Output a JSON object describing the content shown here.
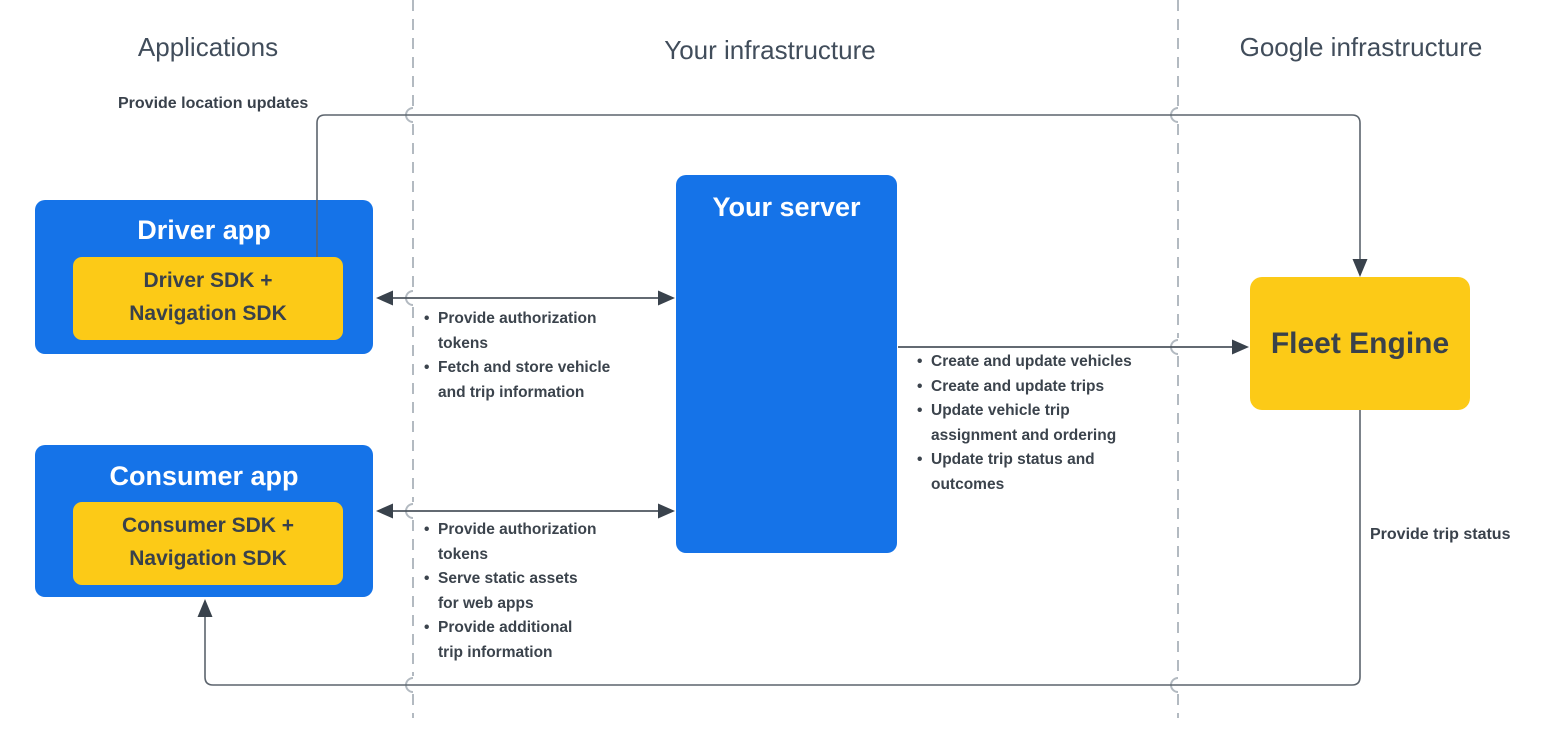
{
  "diagram": {
    "columns": [
      {
        "label": "Applications"
      },
      {
        "label": "Your infrastructure"
      },
      {
        "label": "Google infrastructure"
      }
    ],
    "nodes": {
      "driver_app": {
        "title": "Driver app",
        "sdk": "Driver SDK +\nNavigation SDK"
      },
      "consumer_app": {
        "title": "Consumer app",
        "sdk": "Consumer SDK +\nNavigation SDK"
      },
      "your_server": {
        "title": "Your server"
      },
      "fleet_engine": {
        "title": "Fleet Engine"
      }
    },
    "edges": {
      "location_updates": {
        "label": "Provide location updates"
      },
      "trip_status": {
        "label": "Provide trip status"
      },
      "driver_server": {
        "bullets": [
          "Provide authorization\ntokens",
          "Fetch and store vehicle\nand trip information"
        ]
      },
      "server_fleet": {
        "bullets": [
          "Create and update vehicles",
          "Create and update trips",
          "Update vehicle trip\nassignment and ordering",
          "Update trip status and\noutcomes"
        ]
      },
      "consumer_server": {
        "bullets": [
          "Provide authorization\ntokens",
          "Serve static assets\nfor web apps",
          "Provide additional\ntrip information"
        ]
      }
    },
    "colors": {
      "node_blue": "#1573e8",
      "node_yellow": "#fcca17",
      "dark_text": "#39414b",
      "heading_text": "#414d5b",
      "bullet_text": "#3b434c",
      "connector_line": "#5c646d",
      "arrowhead": "#39424c",
      "dashed_divider": "#b3bac1",
      "background": "#ffffff"
    }
  }
}
